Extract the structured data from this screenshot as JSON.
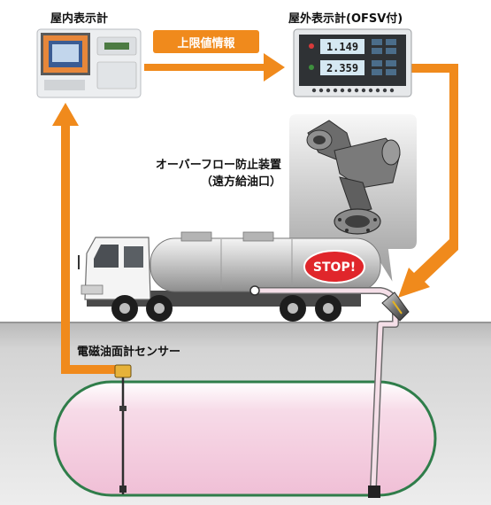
{
  "labels": {
    "indoor_display": "屋内表示計",
    "outdoor_display": "屋外表示計(OFSV付)",
    "upper_limit_info": "上限値情報",
    "overflow_device_line1": "オーバーフロー防止装置",
    "overflow_device_line2": "（遠方給油口）",
    "stop_badge": "STOP!",
    "sensor": "電磁油面計センサー"
  },
  "outdoor_panel": {
    "readout_1": "1.149",
    "readout_2": "2.359"
  },
  "colors": {
    "arrow_orange": "#f08a1c",
    "tank_fill": "#f3c9dc",
    "tank_border": "#2f7d4a",
    "ground": "#c9c9c9",
    "stop_red": "#e0262b",
    "pipe": "#f5dfe8"
  }
}
